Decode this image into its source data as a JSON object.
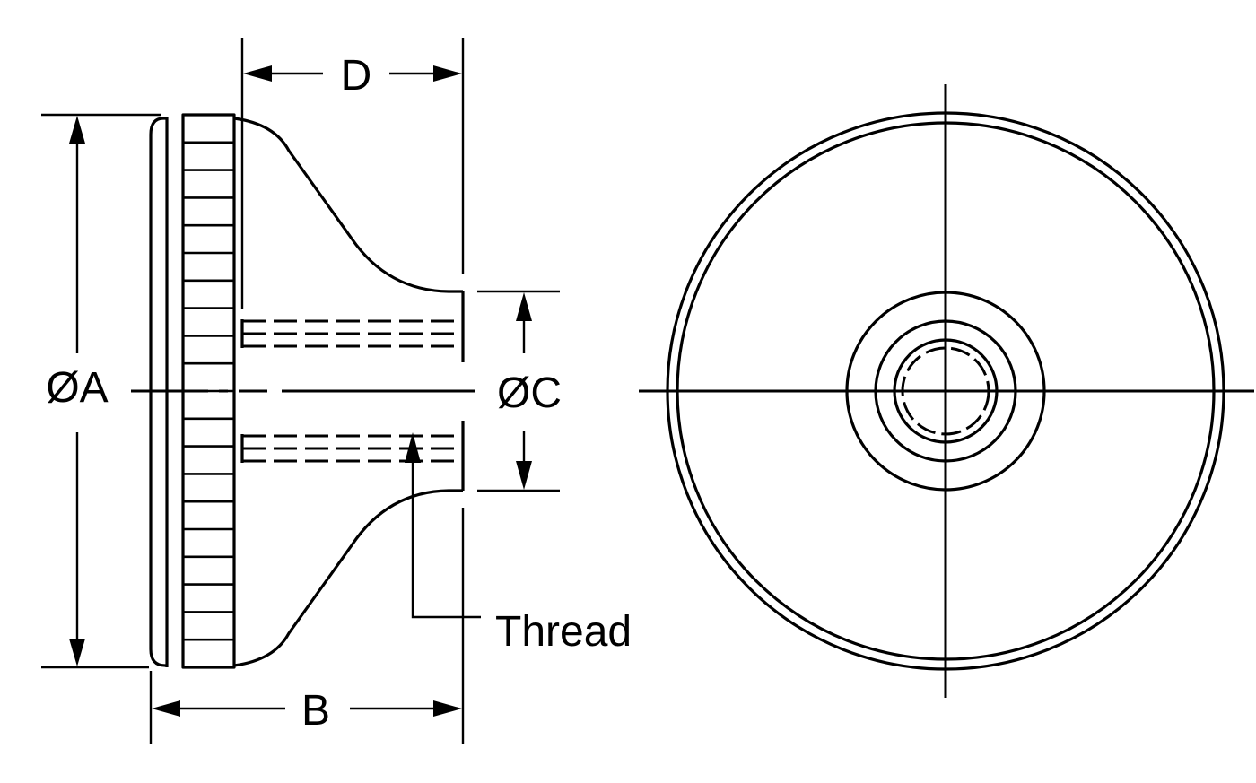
{
  "labels": {
    "dim_a": "ØA",
    "dim_b": "B",
    "dim_c": "ØC",
    "dim_d": "D",
    "thread": "Thread"
  },
  "colors": {
    "line": "#000000",
    "background": "#ffffff"
  },
  "knurl_count": 20
}
